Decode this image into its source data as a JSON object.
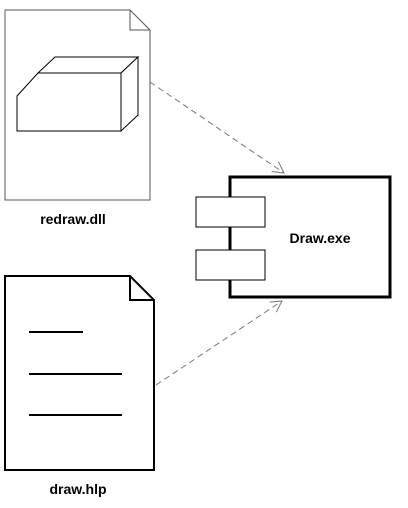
{
  "diagram": {
    "nodes": {
      "dll": {
        "label": "redraw.dll",
        "kind": "library-file",
        "icon": "3d-box-icon"
      },
      "exe": {
        "label": "Draw.exe",
        "kind": "component"
      },
      "hlp": {
        "label": "draw.hlp",
        "kind": "document-file",
        "icon": "text-lines-icon"
      }
    },
    "edges": [
      {
        "from": "dll",
        "to": "exe",
        "style": "dashed",
        "arrow": "open"
      },
      {
        "from": "hlp",
        "to": "exe",
        "style": "dashed",
        "arrow": "open"
      }
    ]
  }
}
